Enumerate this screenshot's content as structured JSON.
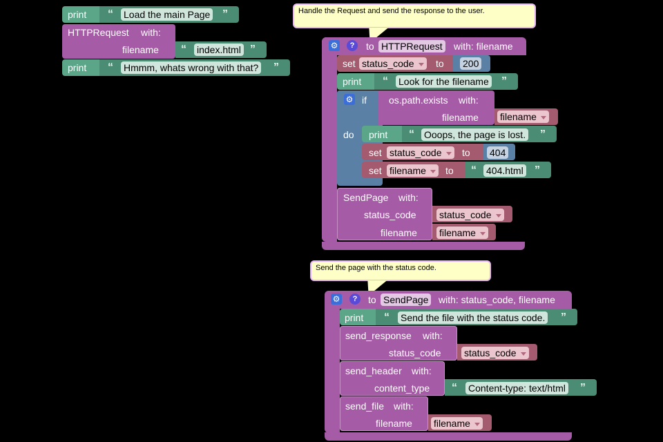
{
  "comments": {
    "handle_request": "Handle the Request and send the response to the user.",
    "send_page": "Send the page with the status code."
  },
  "icons": {
    "gear": "gear-icon",
    "help": "help-icon",
    "quote_open": "“",
    "quote_close": "”",
    "dropdown": "chevron-down-icon"
  },
  "main_script": {
    "print1_keyword": "print",
    "print1_text": "Load the main Page",
    "call_name": "HTTPRequest",
    "call_with": "with:",
    "call_arg_label": "filename",
    "call_arg_value": "index.html",
    "print2_keyword": "print",
    "print2_text": "Hmmm, whats wrong with that?"
  },
  "func_http": {
    "to": "to",
    "name": "HTTPRequest",
    "params": "with: filename",
    "set1_keyword": "set",
    "set1_var": "status_code",
    "set1_to": "to",
    "set1_value": "200",
    "print_keyword": "print",
    "print_text": "Look for the filename",
    "if_keyword": "if",
    "do_keyword": "do",
    "cond_func": "os.path.exists",
    "cond_with": "with:",
    "cond_arg_label": "filename",
    "cond_arg_var": "filename",
    "do_print_keyword": "print",
    "do_print_text": "Ooops, the page is lost.",
    "do_set1_keyword": "set",
    "do_set1_var": "status_code",
    "do_set1_to": "to",
    "do_set1_value": "404",
    "do_set2_keyword": "set",
    "do_set2_var": "filename",
    "do_set2_to": "to",
    "do_set2_value": "404.html",
    "sendpage_name": "SendPage",
    "sendpage_with": "with:",
    "sendpage_arg1_label": "status_code",
    "sendpage_arg1_var": "status_code",
    "sendpage_arg2_label": "filename",
    "sendpage_arg2_var": "filename"
  },
  "func_sendpage": {
    "to": "to",
    "name": "SendPage",
    "params": "with: status_code, filename",
    "print_keyword": "print",
    "print_text": "Send the file with the status code.",
    "resp_name": "send_response",
    "resp_with": "with:",
    "resp_arg_label": "status_code",
    "resp_arg_var": "status_code",
    "header_name": "send_header",
    "header_with": "with:",
    "header_arg_label": "content_type",
    "header_arg_value": "Content-type: text/html",
    "file_name": "send_file",
    "file_with": "with:",
    "file_arg_label": "filename",
    "file_arg_var": "filename"
  }
}
